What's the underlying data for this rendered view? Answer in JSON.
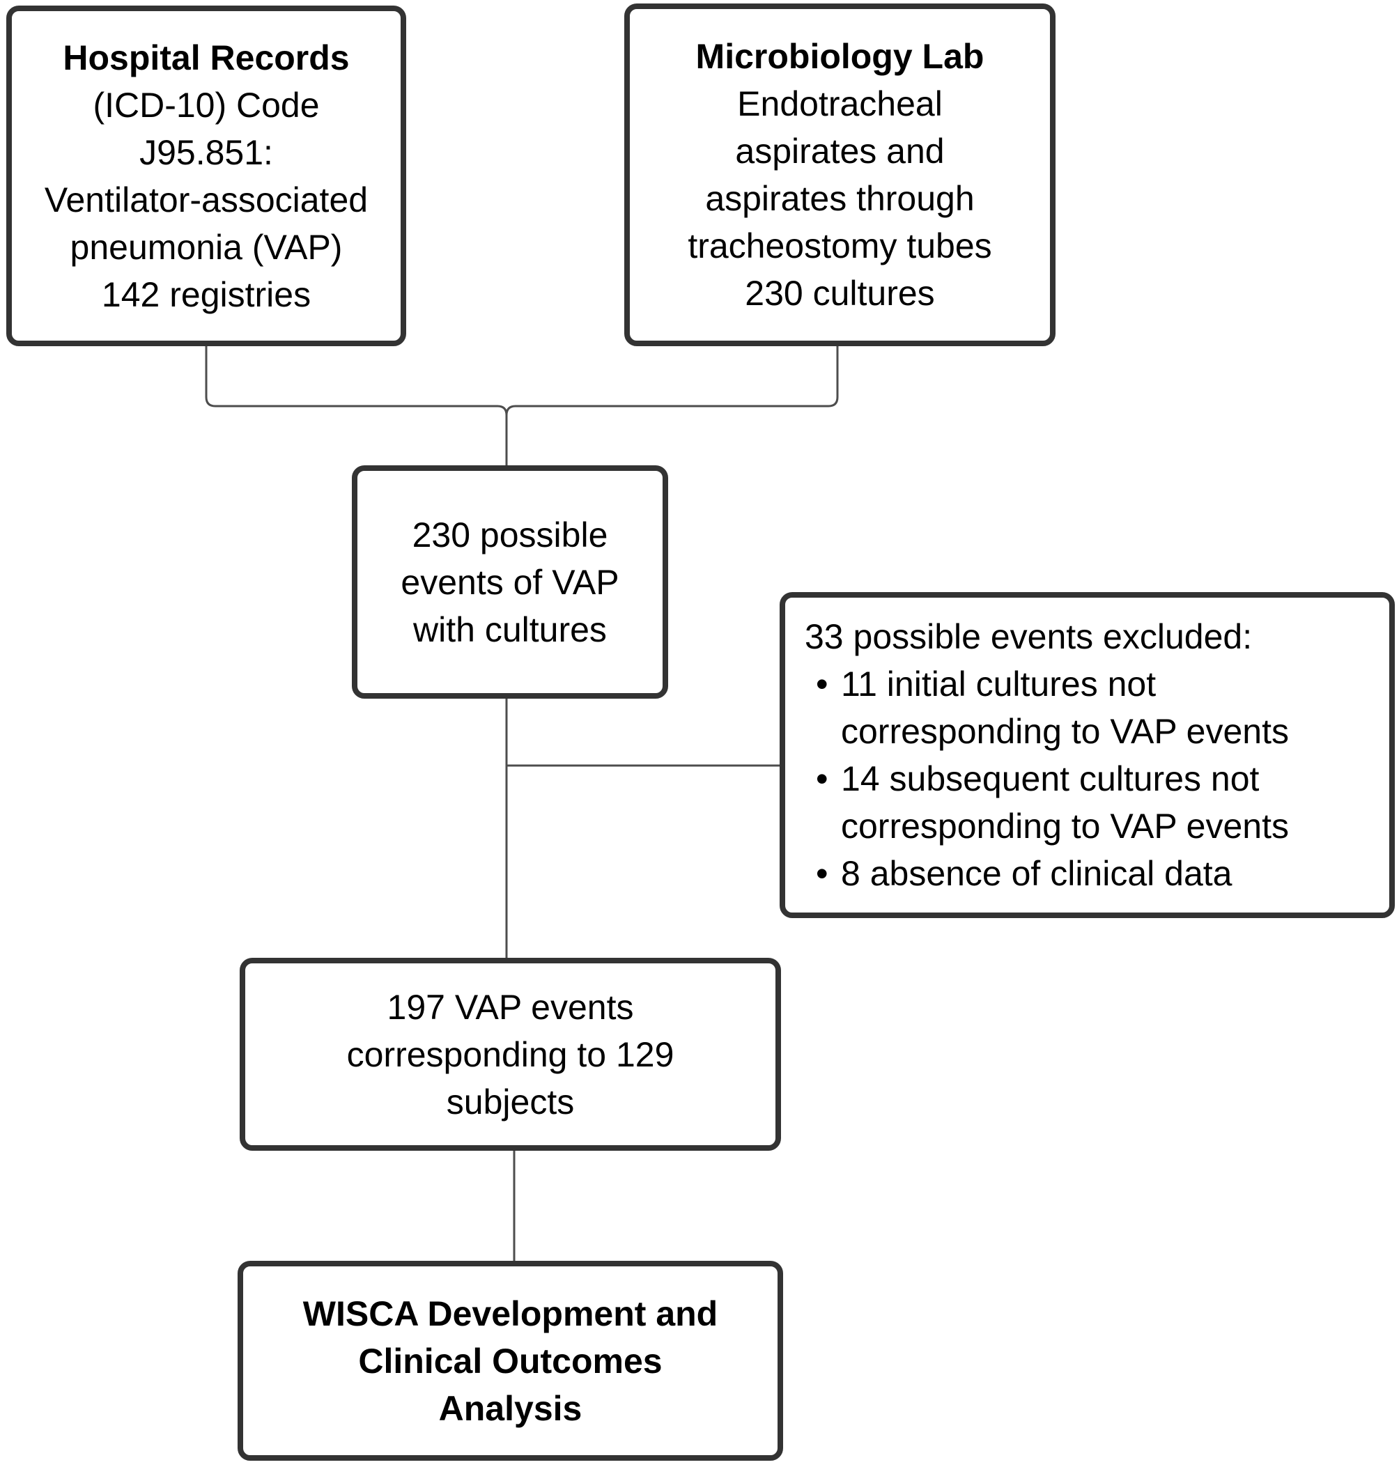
{
  "flowchart": {
    "colors": {
      "background": "#ffffff",
      "box_border": "#333333",
      "connector": "#4d4d4d",
      "text": "#000000"
    },
    "hospital_records": {
      "title": "Hospital Records",
      "lines": [
        "(ICD-10) Code",
        "J95.851:",
        "Ventilator-associated",
        "pneumonia (VAP)",
        "142 registries"
      ]
    },
    "microbiology_lab": {
      "title": "Microbiology Lab",
      "lines": [
        "Endotracheal",
        "aspirates and",
        "aspirates through",
        "tracheostomy tubes",
        "230 cultures"
      ]
    },
    "possible_events": {
      "lines": [
        "230 possible",
        "events of VAP",
        "with cultures"
      ]
    },
    "exclusions": {
      "header": "33 possible events excluded:",
      "bullet": "•",
      "items": [
        {
          "lines": [
            "11 initial cultures not",
            "corresponding to VAP events"
          ]
        },
        {
          "lines": [
            "14 subsequent cultures not",
            "corresponding to VAP events"
          ]
        },
        {
          "lines": [
            "8 absence of clinical data"
          ]
        }
      ]
    },
    "vap_events": {
      "lines": [
        "197 VAP events",
        "corresponding to 129",
        "subjects"
      ]
    },
    "wisca_analysis": {
      "lines": [
        "WISCA Development and",
        "Clinical Outcomes",
        "Analysis"
      ]
    }
  }
}
